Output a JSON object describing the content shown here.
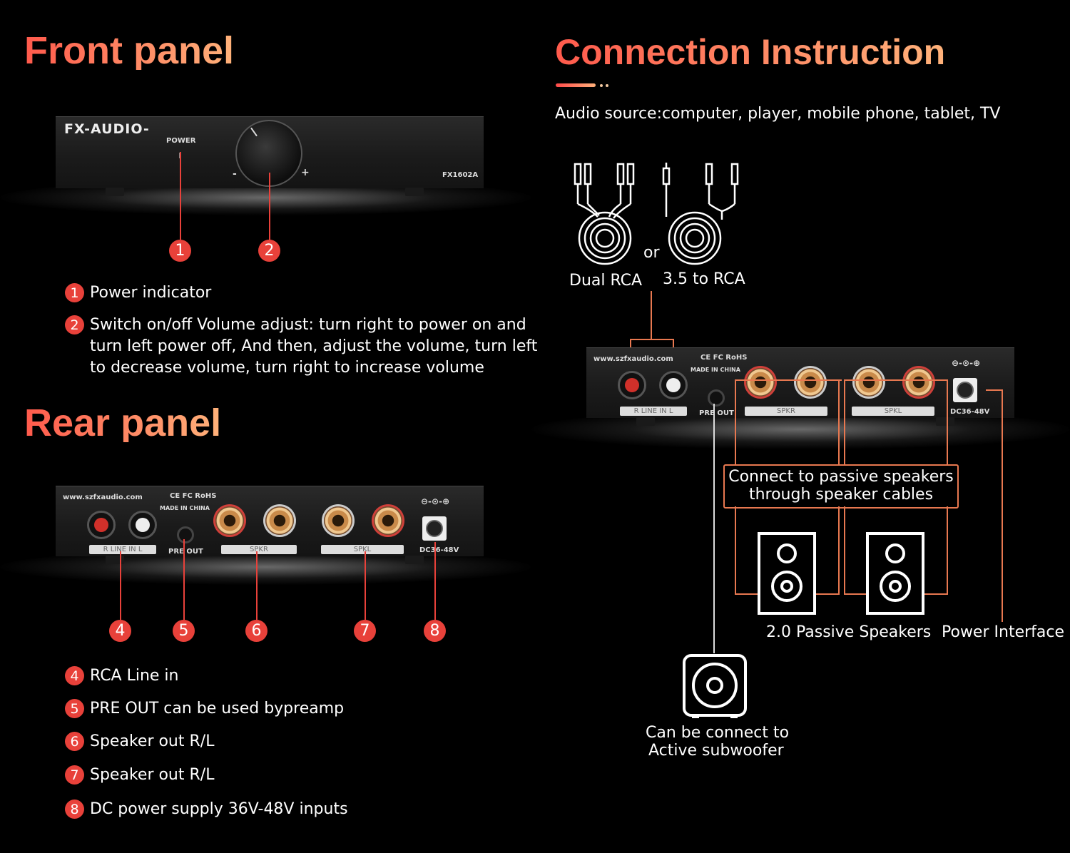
{
  "front": {
    "heading": "Front panel",
    "brand": "FX-AUDIO-",
    "power_label": "POWER",
    "model": "FX1602A",
    "minus": "-",
    "plus": "+",
    "callouts": [
      "1",
      "2"
    ],
    "legend": [
      {
        "num": "1",
        "lines": [
          "Power indicator"
        ]
      },
      {
        "num": "2",
        "lines": [
          "Switch on/off Volume adjust: turn right to power on and",
          "turn left power off, And then, adjust the volume, turn left",
          "to decrease volume, turn right to increase volume"
        ]
      }
    ]
  },
  "rear": {
    "heading": "Rear panel",
    "website": "www.szfxaudio.com",
    "certs": "CE FC RoHS",
    "made_in": "MADE IN CHINA",
    "line_in": "R  LINE IN  L",
    "pre_out": "PRE OUT",
    "spkr_r": "SPKR",
    "spkr_l": "SPKL",
    "dc_label": "DC36-48V",
    "callouts": [
      "4",
      "5",
      "6",
      "7",
      "8"
    ],
    "legend": [
      {
        "num": "4",
        "text": "RCA Line in"
      },
      {
        "num": "5",
        "text": "PRE OUT can be used bypreamp"
      },
      {
        "num": "6",
        "text": "Speaker out R/L"
      },
      {
        "num": "7",
        "text": "Speaker out R/L"
      },
      {
        "num": "8",
        "text": "DC power supply 36V-48V inputs"
      }
    ]
  },
  "connection": {
    "heading": "Connection Instruction",
    "audio_source": "Audio source:computer, player, mobile phone, tablet, TV",
    "cable_a": "Dual RCA",
    "cable_or": "or",
    "cable_b": "3.5 to RCA",
    "passive_box_line1": "Connect to passive speakers",
    "passive_box_line2": "through speaker cables",
    "speakers_label": "2.0 Passive Speakers",
    "power_label": "Power Interface",
    "sub_line1": "Can be connect to",
    "sub_line2": "Active subwoofer"
  },
  "colors": {
    "accent_red": "#e8413a",
    "accent_orange": "#e87850",
    "heading_from": "#ff5a4c",
    "heading_to": "#ffb27a"
  }
}
